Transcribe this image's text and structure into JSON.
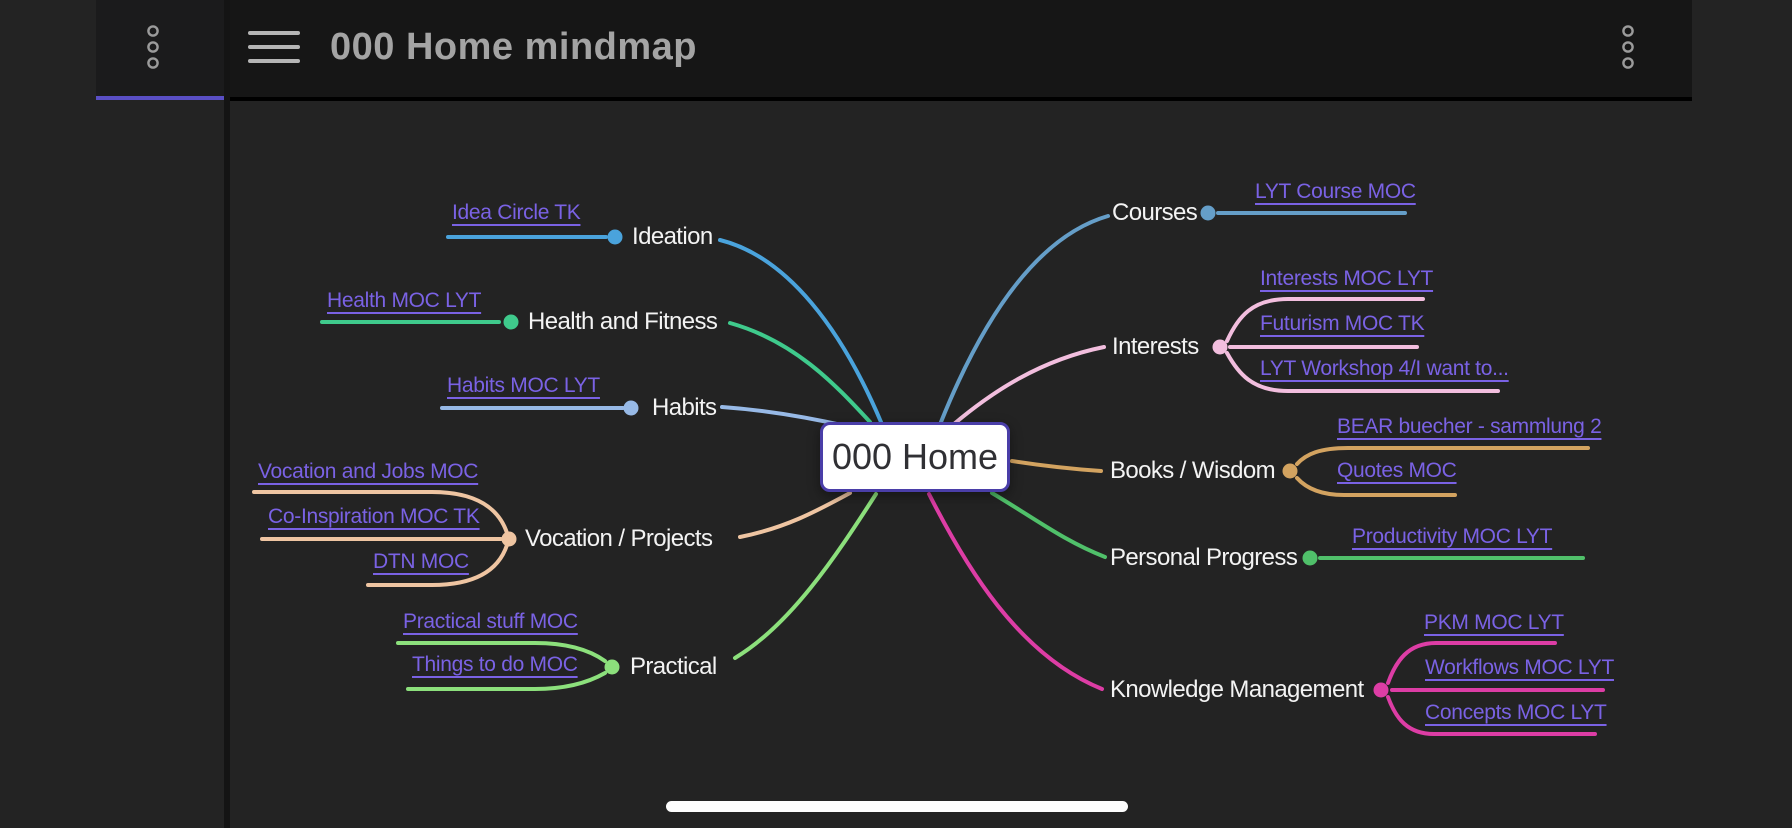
{
  "header": {
    "title": "000 Home mindmap",
    "left_pane_menu_icon": "vertical-ellipsis",
    "nav_menu_icon": "hamburger",
    "right_menu_icon": "vertical-ellipsis"
  },
  "colors": {
    "accent": "#5a4fc4",
    "link": "#7a62e4",
    "node_border": "#4a3ea8",
    "background": "#232323",
    "header_bg": "#161616"
  },
  "mindmap": {
    "root": {
      "label": "000 Home"
    },
    "branches": [
      {
        "label": "Ideation",
        "side": "left",
        "color": "#4aa3dc",
        "links": [
          "Idea Circle TK"
        ]
      },
      {
        "label": "Health and Fitness",
        "side": "left",
        "color": "#3fca8c",
        "links": [
          "Health MOC LYT"
        ]
      },
      {
        "label": "Habits",
        "side": "left",
        "color": "#97b9e6",
        "links": [
          "Habits MOC LYT"
        ]
      },
      {
        "label": "Vocation / Projects",
        "side": "left",
        "color": "#efc5a2",
        "links": [
          "Vocation and Jobs MOC",
          "Co-Inspiration MOC TK",
          "DTN MOC"
        ]
      },
      {
        "label": "Practical",
        "side": "left",
        "color": "#8ce07c",
        "links": [
          "Practical stuff MOC",
          "Things to do MOC"
        ]
      },
      {
        "label": "Courses",
        "side": "right",
        "color": "#659ec8",
        "links": [
          "LYT Course MOC"
        ]
      },
      {
        "label": "Interests",
        "side": "right",
        "color": "#f2bede",
        "links": [
          "Interests MOC LYT",
          "Futurism MOC TK",
          "LYT Workshop 4/I want to..."
        ]
      },
      {
        "label": "Books / Wisdom",
        "side": "right",
        "color": "#d3a360",
        "links": [
          "BEAR buecher - sammlung 2",
          "Quotes MOC"
        ]
      },
      {
        "label": "Personal Progress",
        "side": "right",
        "color": "#50c06a",
        "links": [
          "Productivity MOC LYT"
        ]
      },
      {
        "label": "Knowledge Management",
        "side": "right",
        "color": "#dd3da5",
        "links": [
          "PKM MOC LYT",
          "Workflows MOC LYT",
          "Concepts MOC LYT"
        ]
      }
    ]
  }
}
